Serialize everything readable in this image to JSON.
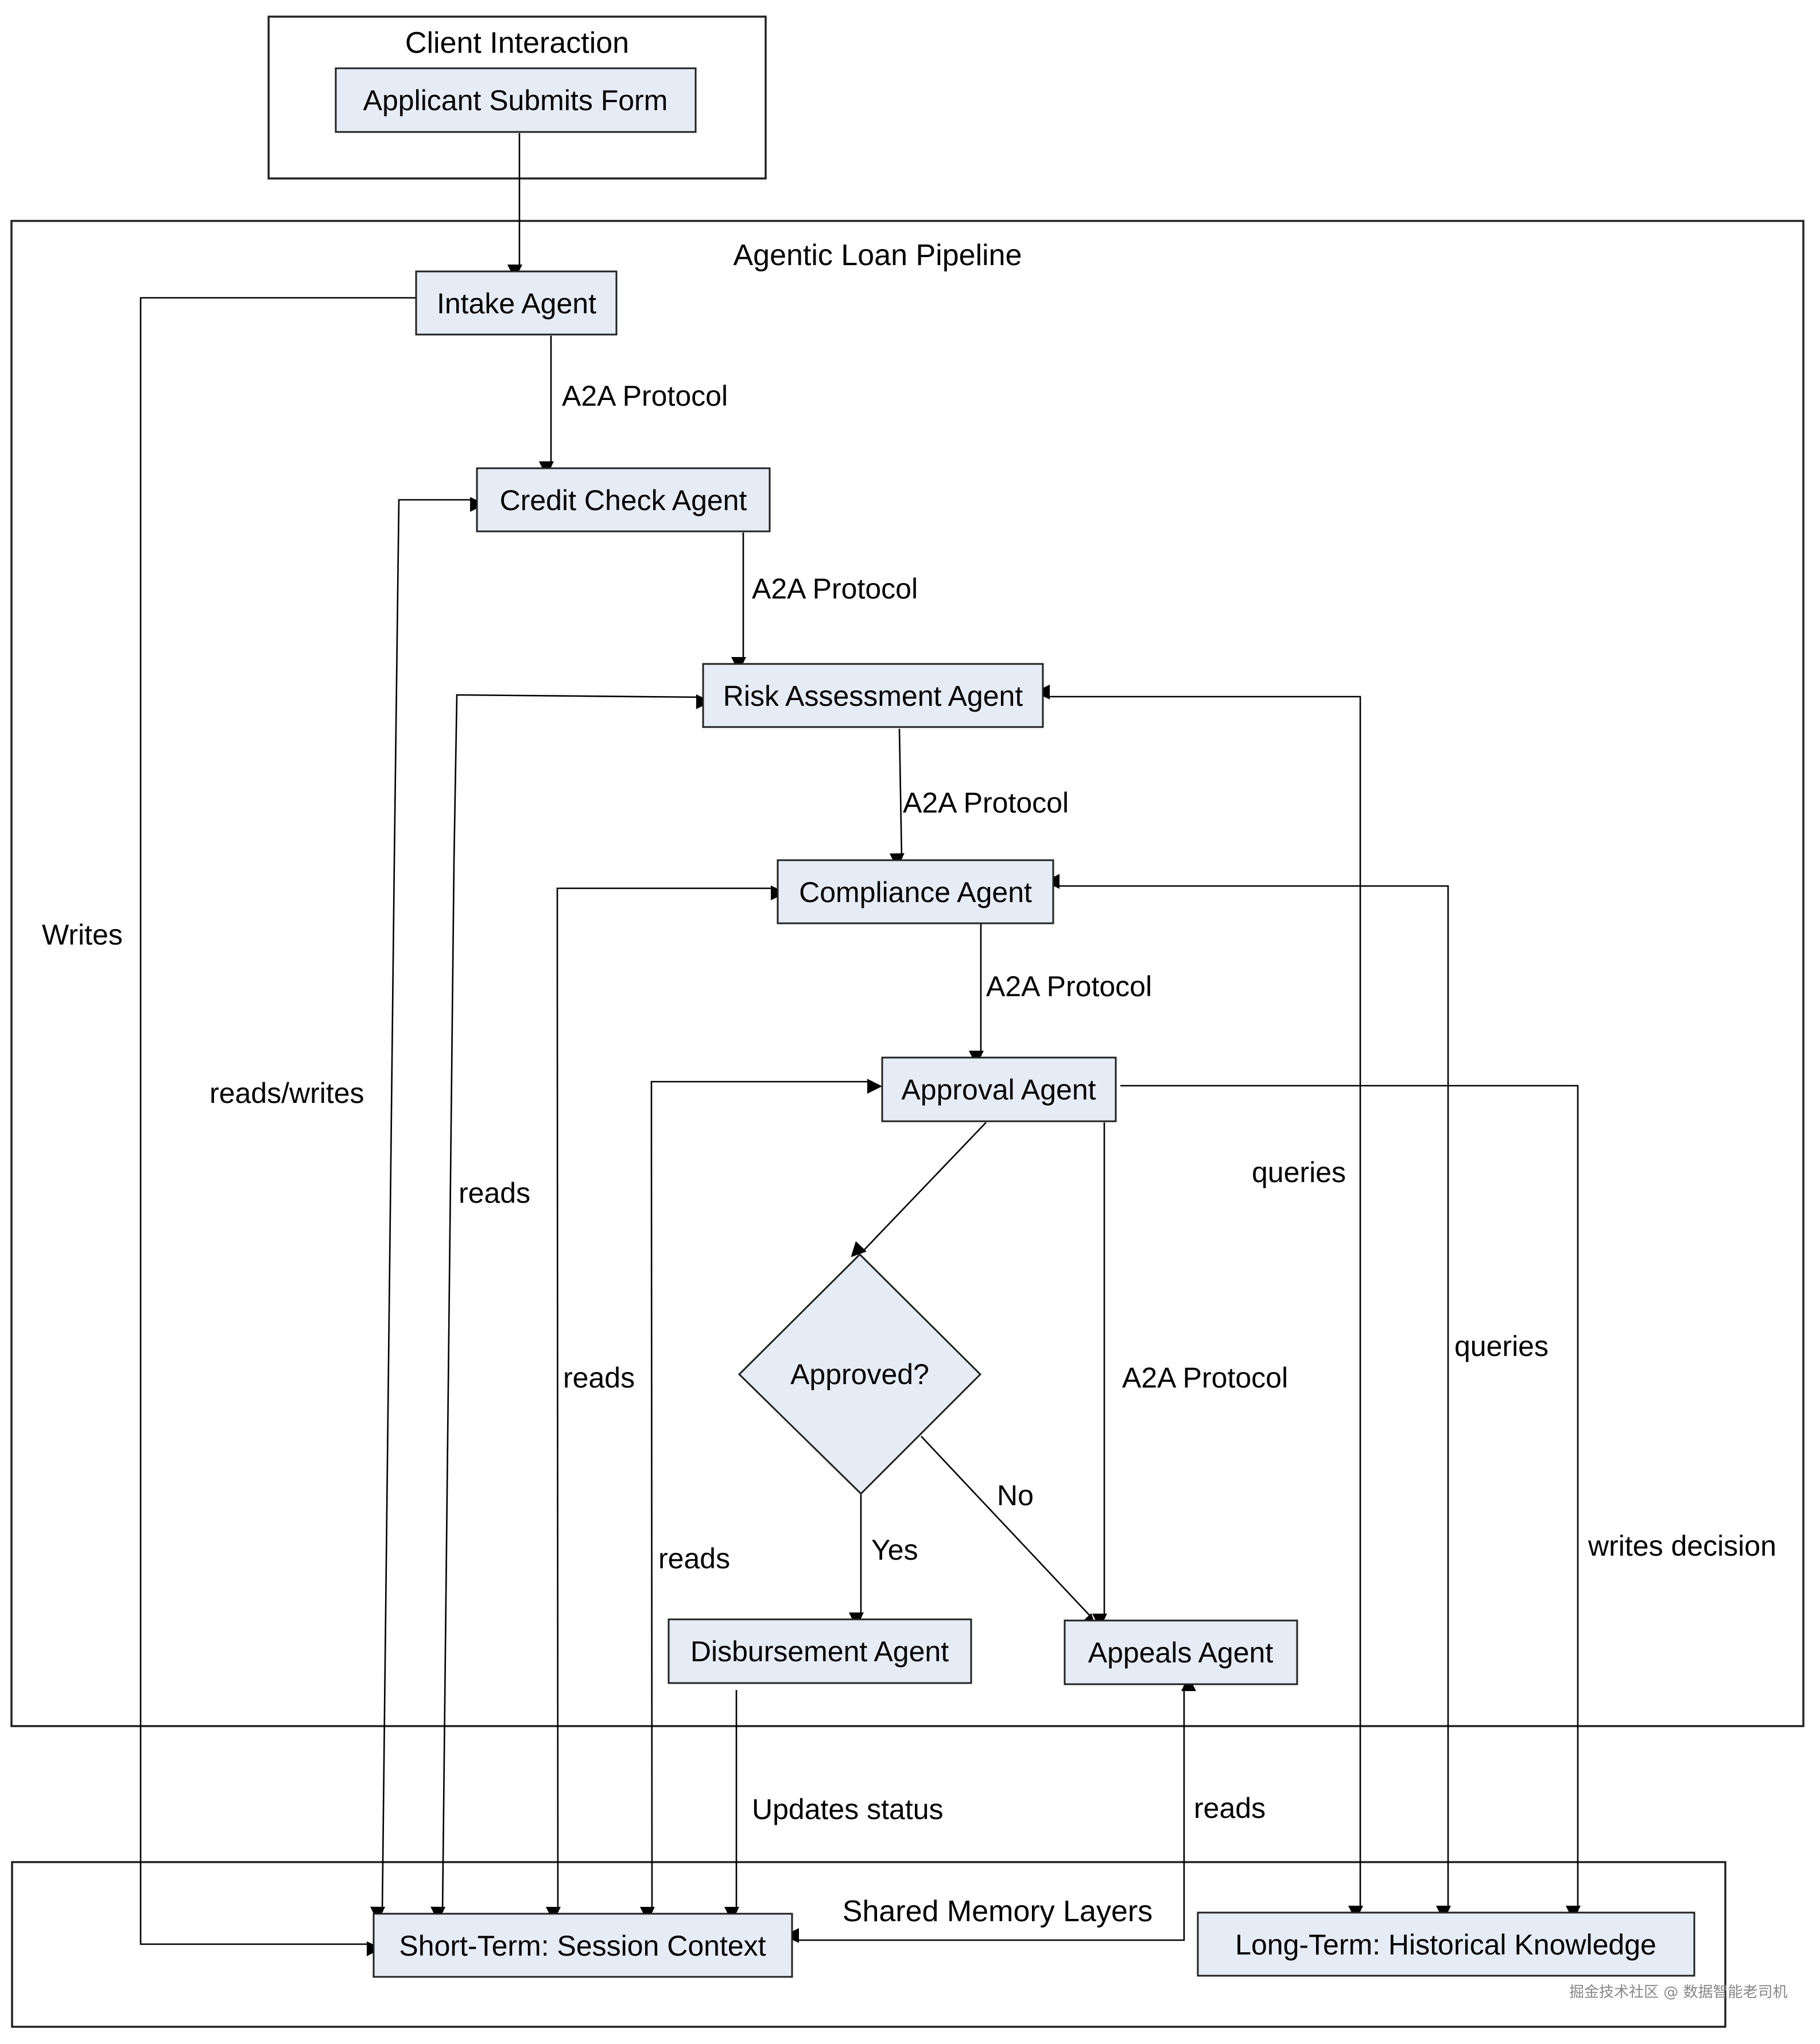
{
  "diagram": {
    "groups": {
      "client": {
        "title": "Client Interaction"
      },
      "pipeline": {
        "title": "Agentic Loan Pipeline"
      },
      "memory": {
        "title": "Shared Memory Layers"
      }
    },
    "nodes": {
      "applicant": {
        "label": "Applicant Submits Form"
      },
      "intake": {
        "label": "Intake Agent"
      },
      "credit": {
        "label": "Credit Check Agent"
      },
      "risk": {
        "label": "Risk Assessment Agent"
      },
      "compliance": {
        "label": "Compliance Agent"
      },
      "approval": {
        "label": "Approval Agent"
      },
      "decision": {
        "label": "Approved?"
      },
      "disbursement": {
        "label": "Disbursement Agent"
      },
      "appeals": {
        "label": "Appeals Agent"
      },
      "short_term": {
        "label": "Short-Term: Session Context"
      },
      "long_term": {
        "label": "Long-Term: Historical Knowledge"
      }
    },
    "edges": [
      {
        "id": "applicant-intake",
        "from": "Applicant Submits Form",
        "to": "Intake Agent",
        "label": ""
      },
      {
        "id": "intake-credit",
        "from": "Intake Agent",
        "to": "Credit Check Agent",
        "label": "A2A Protocol"
      },
      {
        "id": "credit-risk",
        "from": "Credit Check Agent",
        "to": "Risk Assessment Agent",
        "label": "A2A Protocol"
      },
      {
        "id": "risk-compliance",
        "from": "Risk Assessment Agent",
        "to": "Compliance Agent",
        "label": "A2A Protocol"
      },
      {
        "id": "compliance-approval",
        "from": "Compliance Agent",
        "to": "Approval Agent",
        "label": "A2A Protocol"
      },
      {
        "id": "approval-decision",
        "from": "Approval Agent",
        "to": "Approved?",
        "label": ""
      },
      {
        "id": "approval-appeals",
        "from": "Approval Agent",
        "to": "Appeals Agent",
        "label": "A2A Protocol"
      },
      {
        "id": "decision-yes",
        "from": "Approved?",
        "to": "Disbursement Agent",
        "label": "Yes"
      },
      {
        "id": "decision-no",
        "from": "Approved?",
        "to": "Appeals Agent",
        "label": "No"
      },
      {
        "id": "intake-shortterm",
        "from": "Intake Agent",
        "to": "Short-Term: Session Context",
        "label": "Writes"
      },
      {
        "id": "credit-shortterm",
        "from": "Short-Term: Session Context",
        "to": "Credit Check Agent",
        "label": "reads/writes"
      },
      {
        "id": "risk-shortterm",
        "from": "Short-Term: Session Context",
        "to": "Risk Assessment Agent",
        "label": "reads"
      },
      {
        "id": "compliance-shortterm",
        "from": "Short-Term: Session Context",
        "to": "Compliance Agent",
        "label": "reads"
      },
      {
        "id": "approval-shortterm",
        "from": "Short-Term: Session Context",
        "to": "Approval Agent",
        "label": "reads"
      },
      {
        "id": "disbursement-shortterm",
        "from": "Disbursement Agent",
        "to": "Short-Term: Session Context",
        "label": "Updates status"
      },
      {
        "id": "appeals-shortterm",
        "from": "Short-Term: Session Context",
        "to": "Appeals Agent",
        "label": "reads"
      },
      {
        "id": "risk-longterm",
        "from": "Long-Term: Historical Knowledge",
        "to": "Risk Assessment Agent",
        "label": "queries"
      },
      {
        "id": "compliance-longterm",
        "from": "Long-Term: Historical Knowledge",
        "to": "Compliance Agent",
        "label": "queries"
      },
      {
        "id": "approval-longterm",
        "from": "Approval Agent",
        "to": "Long-Term: Historical Knowledge",
        "label": "writes decision"
      }
    ],
    "watermark": "掘金技术社区 @ 数据智能老司机"
  }
}
